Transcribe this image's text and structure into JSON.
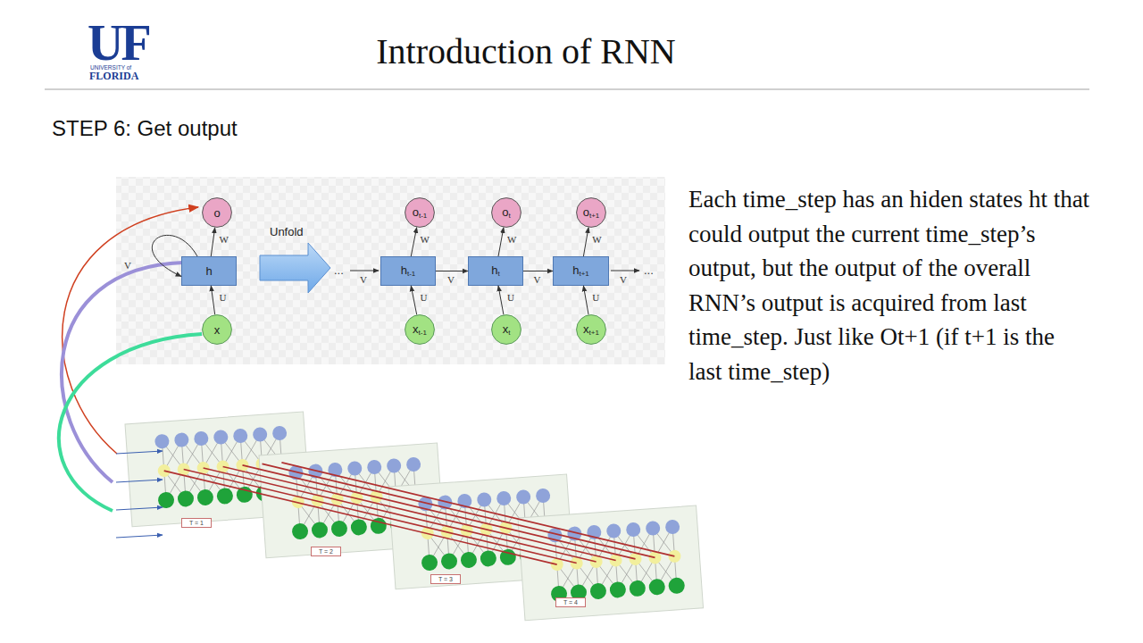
{
  "diagram": {
    "title": "Introduction of RNN",
    "nodes": [
      {
        "text": [
          "o"
        ]
      },
      {
        "text": [
          "h"
        ]
      },
      {
        "text": [
          "x"
        ]
      },
      {
        "text": [
          "ot-1"
        ]
      },
      {
        "text": [
          "ot"
        ]
      },
      {
        "text": [
          "ot+1"
        ]
      },
      {
        "text": [
          "ht-1"
        ]
      },
      {
        "text": [
          "ht"
        ]
      },
      {
        "text": [
          "ht+1"
        ]
      },
      {
        "text": [
          "xt-1"
        ]
      },
      {
        "text": [
          "xt"
        ]
      },
      {
        "text": [
          "xt+1"
        ]
      },
      {
        "text": [
          "T = 1"
        ]
      },
      {
        "text": [
          "T = 2"
        ]
      },
      {
        "text": [
          "T = 3"
        ]
      },
      {
        "text": [
          "T = 4"
        ]
      }
    ],
    "edges": [
      {
        "from": 2,
        "to": 1,
        "arrow": "to",
        "label": "U"
      },
      {
        "from": 1,
        "to": 0,
        "arrow": "to",
        "label": "W"
      },
      {
        "from": 1,
        "to": 1,
        "arrow": "to",
        "label": "V"
      },
      {
        "from": 9,
        "to": 6,
        "arrow": "to",
        "label": "U"
      },
      {
        "from": 10,
        "to": 7,
        "arrow": "to",
        "label": "U"
      },
      {
        "from": 11,
        "to": 8,
        "arrow": "to",
        "label": "U"
      },
      {
        "from": 6,
        "to": 3,
        "arrow": "to",
        "label": "W"
      },
      {
        "from": 7,
        "to": 4,
        "arrow": "to",
        "label": "W"
      },
      {
        "from": 8,
        "to": 5,
        "arrow": "to",
        "label": "W"
      },
      {
        "from": 6,
        "to": 7,
        "arrow": "to",
        "label": "V"
      },
      {
        "from": 7,
        "to": 8,
        "arrow": "to",
        "label": "V"
      }
    ],
    "labels": [
      "UF",
      "UNIVERSITY of",
      "FLORIDA",
      "STEP 6: Get output",
      "Unfold",
      "...",
      "V",
      "V",
      "...",
      "Each time_step has an hiden states ht that could output the current time_step’s output, but the output of the overall RNN’s output is acquired from last time_step. Just like Ot+1 (if t+1 is the last time_step)"
    ]
  }
}
